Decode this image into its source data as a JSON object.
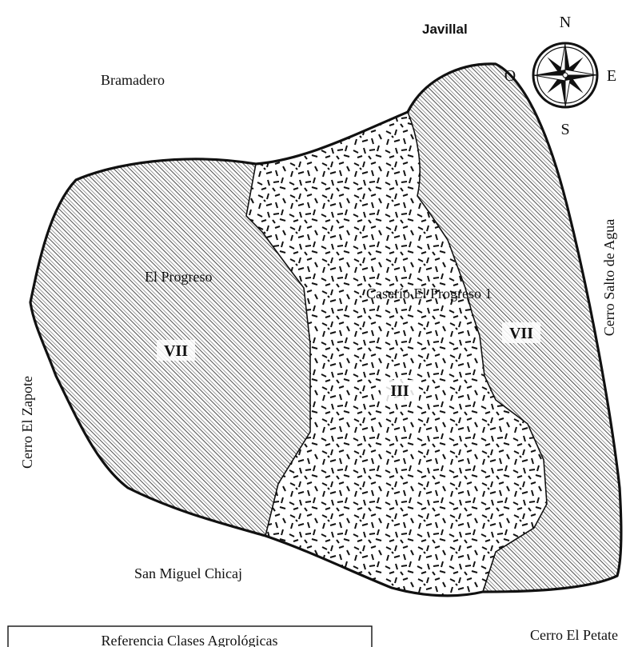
{
  "places": {
    "north": "Javillal",
    "northwest": "Bramadero",
    "west": "Cerro El Zapote",
    "east": "Cerro Salto de Agua",
    "south": "San Miguel Chicaj",
    "southeast": "Cerro El Petate"
  },
  "zones": {
    "settlement_west": "El Progreso",
    "settlement_center": "Caserío El Progreso 1",
    "class_west": "VII",
    "class_center": "III",
    "class_east": "VII"
  },
  "compass": {
    "n": "N",
    "s": "S",
    "e": "E",
    "w": "O"
  },
  "legend": {
    "title": "Referencia Clases Agrológicas"
  },
  "colors": {
    "ink": "#111111",
    "background": "#ffffff"
  }
}
